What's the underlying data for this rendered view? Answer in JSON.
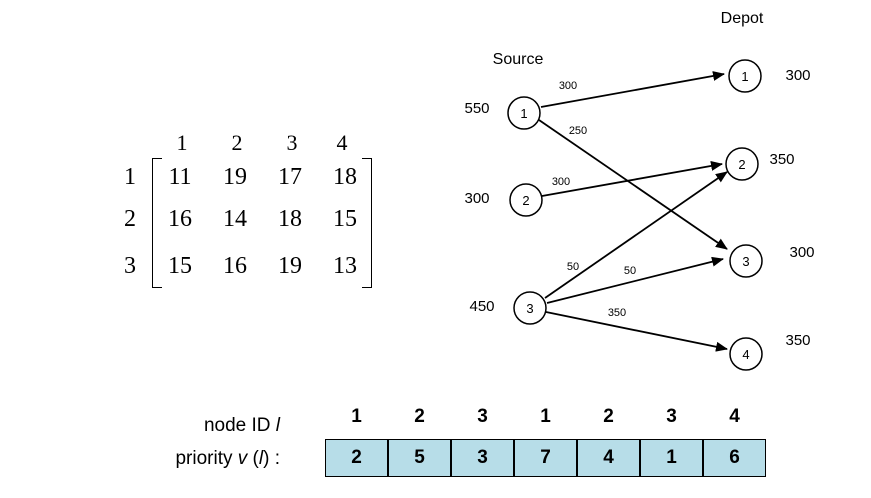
{
  "matrix": {
    "col_headers": [
      "1",
      "2",
      "3",
      "4"
    ],
    "row_headers": [
      "1",
      "2",
      "3"
    ],
    "rows": [
      [
        "11",
        "19",
        "17",
        "18"
      ],
      [
        "16",
        "14",
        "18",
        "15"
      ],
      [
        "15",
        "16",
        "19",
        "13"
      ]
    ]
  },
  "graph": {
    "source_title": "Source",
    "depot_title": "Depot",
    "sources": [
      {
        "id": "1",
        "supply": "550"
      },
      {
        "id": "2",
        "supply": "300"
      },
      {
        "id": "3",
        "supply": "450"
      }
    ],
    "depots": [
      {
        "id": "1",
        "demand": "300"
      },
      {
        "id": "2",
        "demand": "350"
      },
      {
        "id": "3",
        "demand": "300"
      },
      {
        "id": "4",
        "demand": "350"
      }
    ],
    "edges": [
      {
        "from": "1",
        "to": "1",
        "amount": "300"
      },
      {
        "from": "1",
        "to": "3",
        "amount": "250"
      },
      {
        "from": "2",
        "to": "2",
        "amount": "300"
      },
      {
        "from": "3",
        "to": "2",
        "amount": "50"
      },
      {
        "from": "3",
        "to": "3",
        "amount": "50"
      },
      {
        "from": "3",
        "to": "4",
        "amount": "350"
      }
    ]
  },
  "priority": {
    "node_id_label": "node ID",
    "node_id_symbol": "l",
    "priority_label": "priority",
    "priority_symbol": "v",
    "priority_arg": "l",
    "node_ids": [
      "1",
      "2",
      "3",
      "1",
      "2",
      "3",
      "4"
    ],
    "priorities": [
      "2",
      "5",
      "3",
      "7",
      "4",
      "1",
      "6"
    ]
  }
}
